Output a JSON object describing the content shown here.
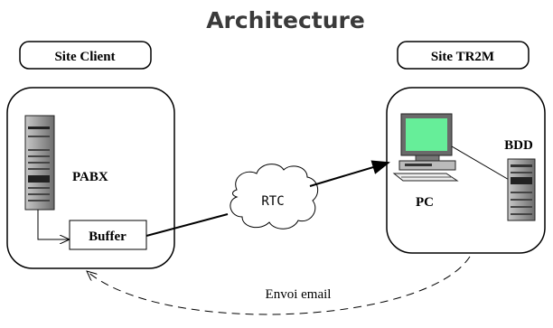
{
  "title": "Architecture",
  "sites": {
    "client": {
      "title": "Site Client",
      "pabx_label": "PABX",
      "buffer_label": "Buffer"
    },
    "tr2m": {
      "title": "Site TR2M",
      "pc_label": "PC",
      "bdd_label": "BDD"
    }
  },
  "network": {
    "cloud_label": "RTC"
  },
  "links": {
    "email_label": "Envoi email"
  },
  "colors": {
    "screen": "#66ee99",
    "stroke": "#000000",
    "background": "#ffffff"
  }
}
